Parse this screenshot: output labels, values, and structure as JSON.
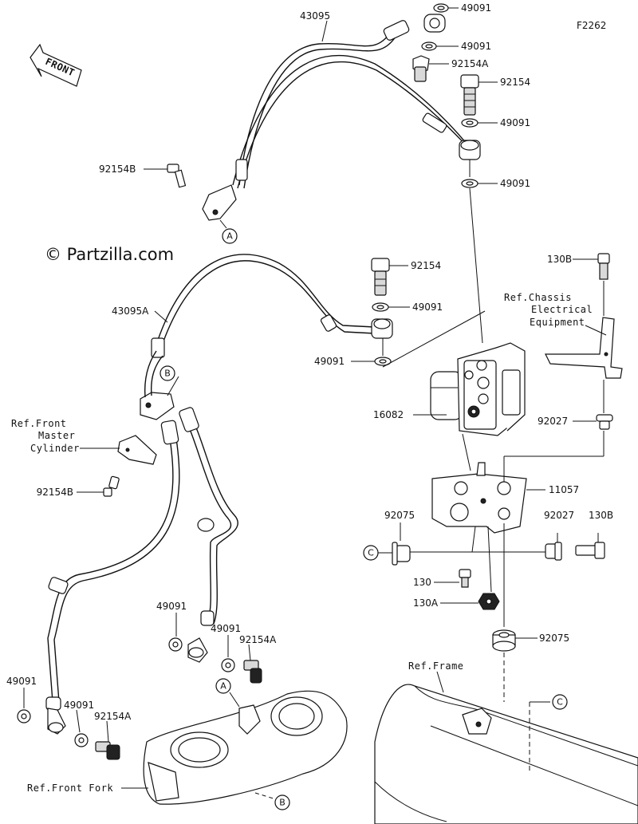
{
  "figure_code": "F2262",
  "watermark": "© Partzilla.com",
  "front_badge": "FRONT",
  "part_labels": {
    "p43095": "43095",
    "p43095A": "43095A",
    "p49091_a": "49091",
    "p49091_b": "49091",
    "p49091_c": "49091",
    "p49091_d": "49091",
    "p49091_e": "49091",
    "p49091_f": "49091",
    "p49091_g": "49091",
    "p49091_h": "49091",
    "p49091_i": "49091",
    "p49091_j": "49091",
    "p92154A_a": "92154A",
    "p92154A_b": "92154A",
    "p92154A_c": "92154A",
    "p92154_a": "92154",
    "p92154_b": "92154",
    "p92154B_a": "92154B",
    "p92154B_b": "92154B",
    "p130B_a": "130B",
    "p130B_b": "130B",
    "p16082": "16082",
    "p11057": "11057",
    "p92027_a": "92027",
    "p92027_b": "92027",
    "p92075_a": "92075",
    "p92075_b": "92075",
    "p130": "130",
    "p130A": "130A"
  },
  "reference_labels": {
    "chassis_1": "Ref.Chassis",
    "chassis_2": "Electrical",
    "chassis_3": "Equipment",
    "master_1": "Ref.Front",
    "master_2": "Master",
    "master_3": "Cylinder",
    "frame": "Ref.Frame",
    "fork": "Ref.Front Fork"
  },
  "callouts": {
    "A_top": "A",
    "A_bottom": "A",
    "B_top": "B",
    "B_bottom": "B",
    "C_left": "C",
    "C_right": "C"
  }
}
